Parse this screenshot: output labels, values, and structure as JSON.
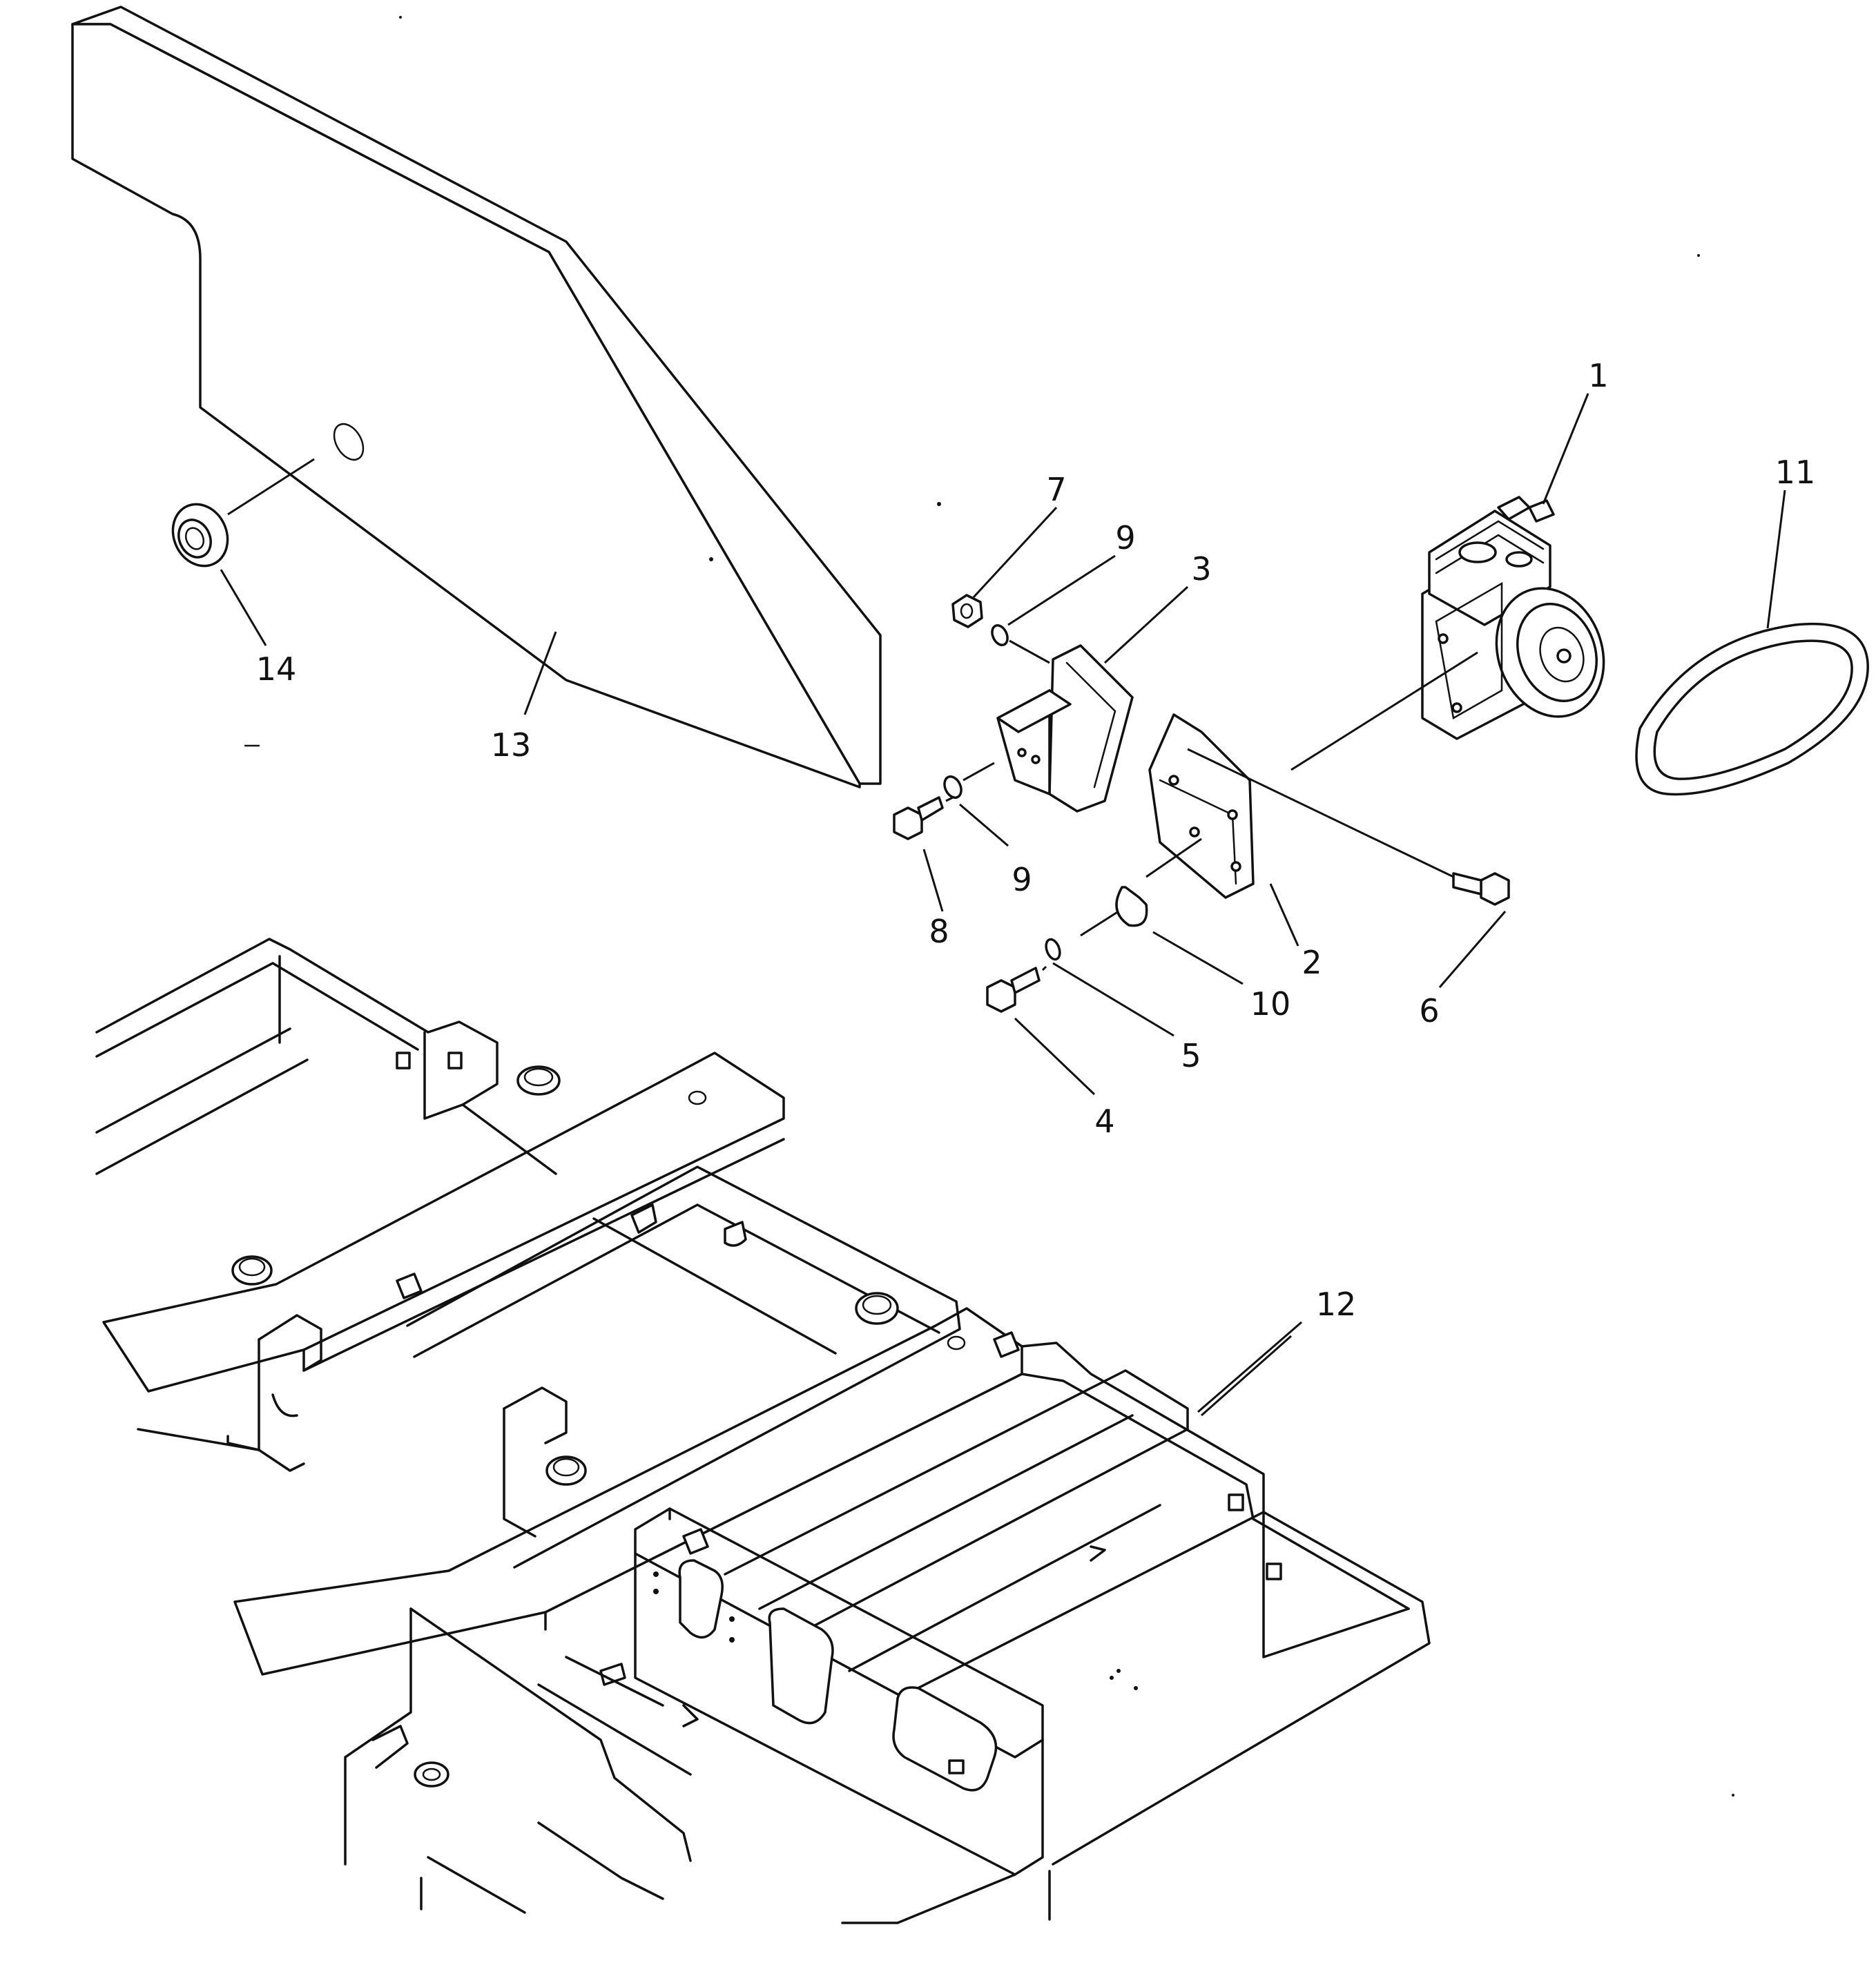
{
  "callouts": [
    {
      "id": "1",
      "text": "1"
    },
    {
      "id": "2",
      "text": "2"
    },
    {
      "id": "3",
      "text": "3"
    },
    {
      "id": "4",
      "text": "4"
    },
    {
      "id": "5",
      "text": "5"
    },
    {
      "id": "6",
      "text": "6"
    },
    {
      "id": "7",
      "text": "7"
    },
    {
      "id": "8",
      "text": "8"
    },
    {
      "id": "9a",
      "text": "9"
    },
    {
      "id": "9b",
      "text": "9"
    },
    {
      "id": "10",
      "text": "10"
    },
    {
      "id": "11",
      "text": "11"
    },
    {
      "id": "12",
      "text": "12"
    },
    {
      "id": "13",
      "text": "13"
    },
    {
      "id": "14",
      "text": "14"
    }
  ]
}
